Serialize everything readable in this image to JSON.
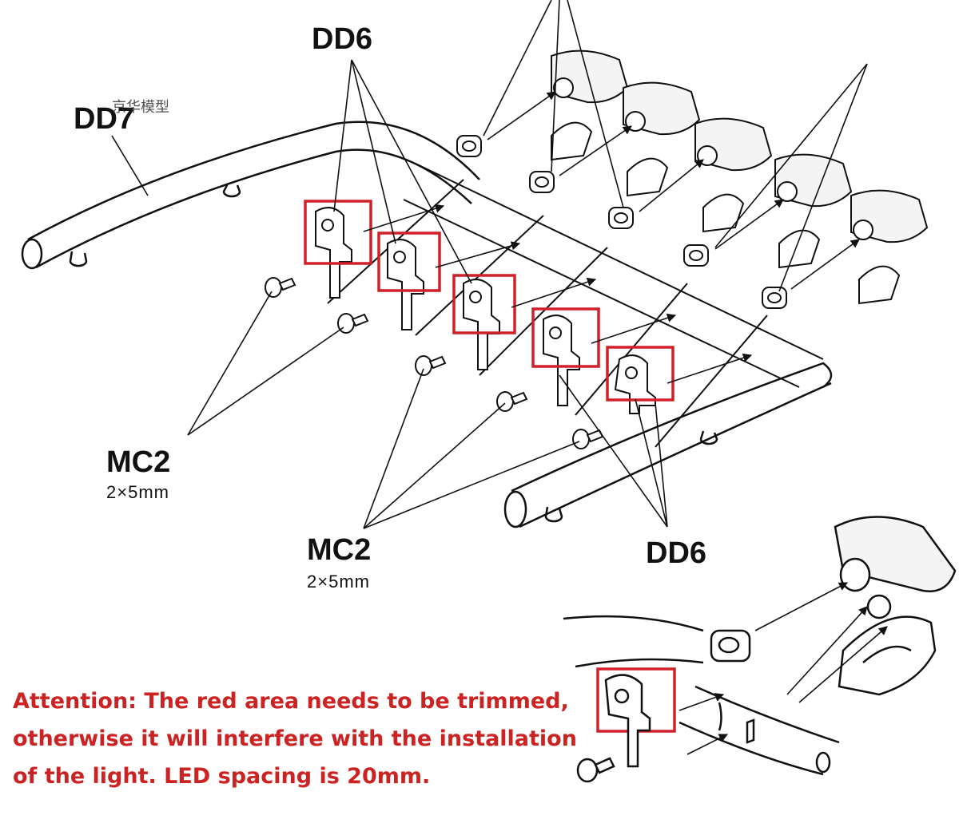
{
  "labels": {
    "dd6_top": "DD6",
    "dd7": "DD7",
    "watermark": "京华模型",
    "mc2_left": "MC2",
    "mc2_left_spec": "2×5mm",
    "mc2_mid": "MC2",
    "mc2_mid_spec": "2×5mm",
    "dd6_bottom": "DD6"
  },
  "attention": {
    "line1": "Attention: The red area needs to be trimmed,",
    "line2": "otherwise it will interfere with the installation",
    "line3": "of the light. LED spacing is 20mm."
  },
  "colors": {
    "highlight": "#d0202a",
    "note_text": "#cc2222",
    "line": "#111111"
  }
}
